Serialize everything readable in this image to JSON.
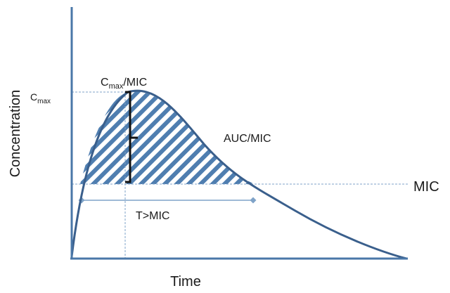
{
  "labels": {
    "y_axis": "Concentration",
    "x_axis": "Time",
    "cmax_axis_main": "C",
    "cmax_axis_sub": "max",
    "cmax_ratio_main": "C",
    "cmax_ratio_sub": "max",
    "cmax_ratio_suffix": "/MIC",
    "auc": "AUC/MIC",
    "mic": "MIC",
    "time_above": "T>MIC"
  },
  "colors": {
    "axis": "#4a77a8",
    "curve": "#3a5f8c",
    "hatch": "#4f7eb0",
    "guide": "#7fa3c8",
    "bracket": "#111111",
    "text": "#1a1a1a"
  }
}
